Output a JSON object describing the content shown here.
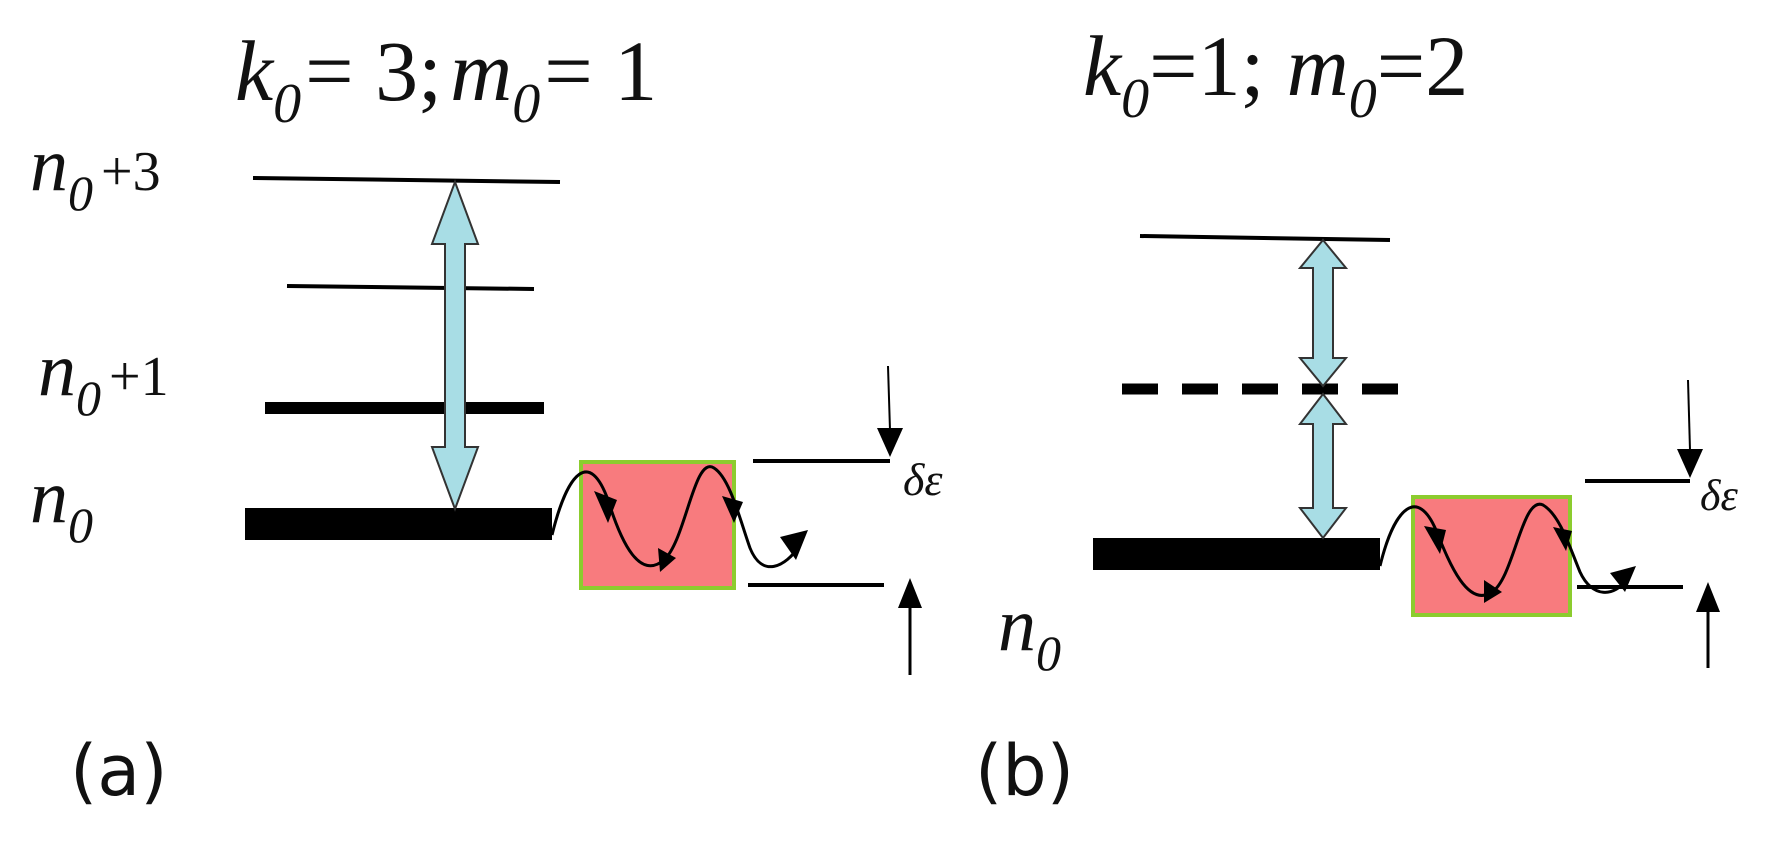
{
  "panel_a": {
    "title": {
      "k_sym": "k",
      "k_sub": "0",
      "k_eq": "= 3;",
      "m_sym": "m",
      "m_sub": "0",
      "m_eq": "= 1"
    },
    "levels": [
      {
        "sym": "n",
        "sub": "0",
        "suffix": "+3"
      },
      {
        "sym": "n",
        "sub": "0",
        "suffix": "+1"
      },
      {
        "sym": "n",
        "sub": "0",
        "suffix": ""
      }
    ],
    "delta_label": "δε",
    "panel_label": "(a)"
  },
  "panel_b": {
    "title": {
      "k_sym": "k",
      "k_sub": "0",
      "k_eq": "=1;",
      "m_sym": "m",
      "m_sub": "0",
      "m_eq": "=2"
    },
    "levels": [
      {
        "sym": "n",
        "sub": "0",
        "suffix": ""
      }
    ],
    "delta_label": "δε",
    "panel_label": "(b)"
  },
  "colors": {
    "arrow_fill": "#a8dde5",
    "box_fill": "#f87b7e",
    "box_border": "#8ccc2e",
    "line": "#000000"
  }
}
